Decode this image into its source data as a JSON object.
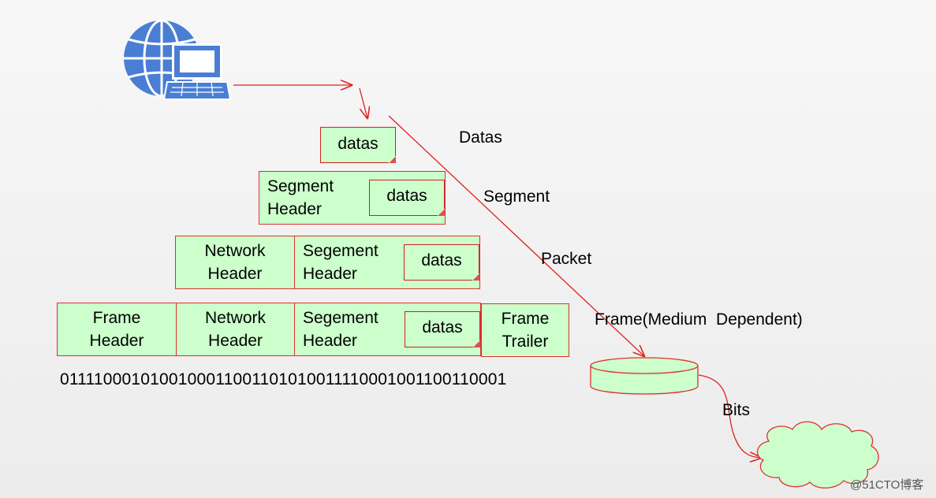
{
  "stack": {
    "datas": "datas",
    "row2": {
      "segment_header": [
        "Segment",
        "Header"
      ],
      "datas": "datas"
    },
    "row3": {
      "network_header": [
        "Network",
        "Header"
      ],
      "segment_header": [
        "Segement",
        "Header"
      ],
      "datas": "datas"
    },
    "row4": {
      "frame_header": [
        "Frame",
        "Header"
      ],
      "network_header": [
        "Network",
        "Header"
      ],
      "segment_header": [
        "Segement",
        "Header"
      ],
      "datas": "datas",
      "frame_trailer": [
        "Frame",
        "Trailer"
      ]
    },
    "bits": "01111000101001000110011010100111100010011001100 01"
  },
  "bit_string": "0111100010100100011001101010011110001001100110001",
  "labels": {
    "datas": "Datas",
    "segment": "Segment",
    "packet": "Packet",
    "frame": "Frame(Medium  Dependent)",
    "bits": "Bits"
  },
  "watermark": "@51CTO博客",
  "colors": {
    "box_fill": "#ccffcc",
    "line": "#e03030"
  },
  "icons": [
    "globe-laptop-icon",
    "cylinder-medium-icon",
    "cloud-network-icon"
  ]
}
